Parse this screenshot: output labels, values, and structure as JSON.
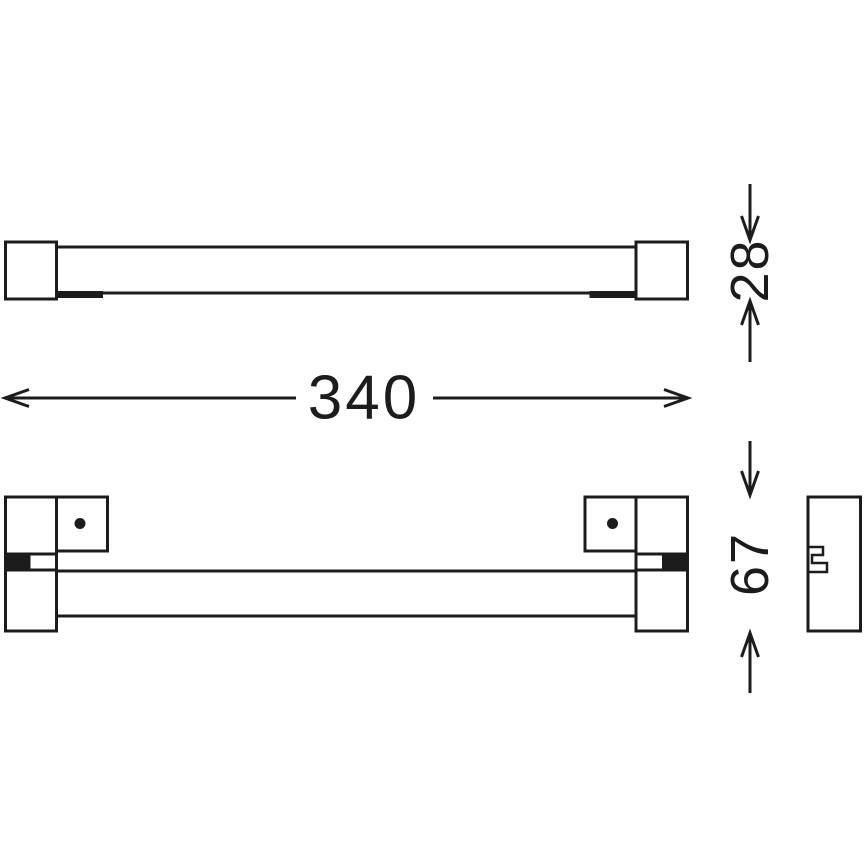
{
  "colors": {
    "line": "#1c1c1c",
    "background": "#ffffff"
  },
  "dimensions": {
    "width": "340",
    "height_top_view": "28",
    "height_front_view": "67"
  }
}
